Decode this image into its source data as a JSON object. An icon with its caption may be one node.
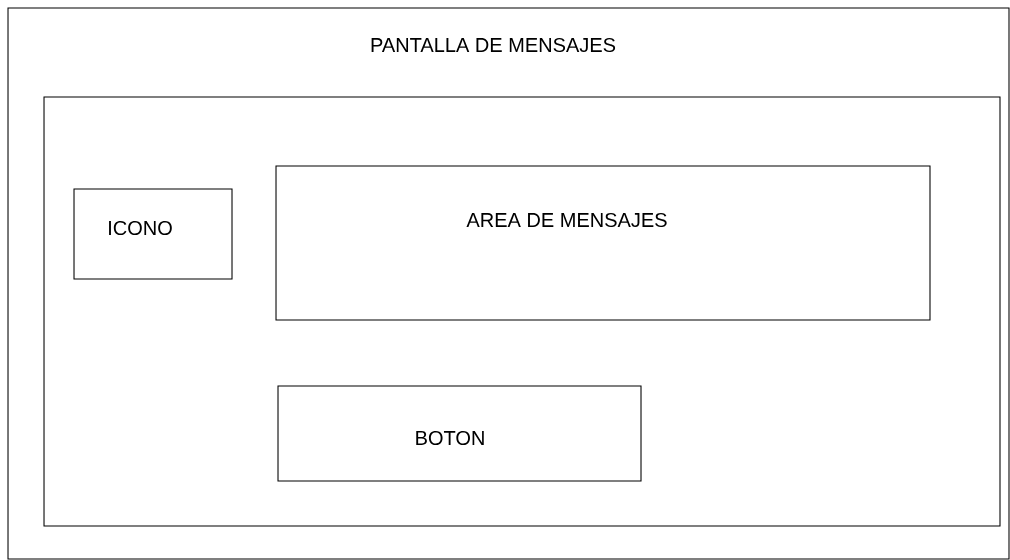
{
  "diagram": {
    "nodes": [
      {
        "text": [
          "PANTALLA DE MENSAJES"
        ]
      },
      {
        "text": [],
        "shape": "box",
        "in": 0
      },
      {
        "text": [
          "ICONO"
        ],
        "in": 1
      },
      {
        "text": [
          "AREA DE MENSAJES"
        ],
        "in": 1
      },
      {
        "text": [
          "BOTON"
        ],
        "in": 1
      }
    ]
  }
}
